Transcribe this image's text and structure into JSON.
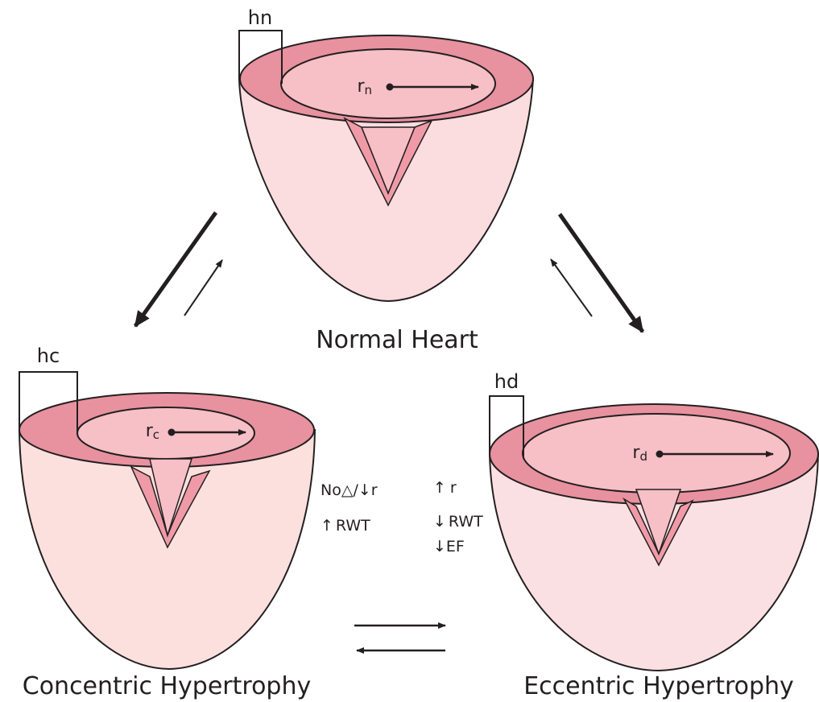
{
  "hearts": {
    "normal": {
      "caption": "Normal Heart",
      "thickness_label": "hn",
      "radius_letter": "r",
      "radius_subscript": "n"
    },
    "concentric": {
      "caption": "Concentric Hypertrophy",
      "thickness_label": "hc",
      "radius_letter": "r",
      "radius_subscript": "c"
    },
    "eccentric": {
      "caption": "Eccentric Hypertrophy",
      "thickness_label": "hd",
      "radius_letter": "r",
      "radius_subscript": "d"
    }
  },
  "concentric_changes": {
    "line1_prefix": "No",
    "line1_delta": "△",
    "line1_sep": "/",
    "line1_arrow": "↓",
    "line1_value": "r",
    "line2_arrow": "↑",
    "line2_value": "RWT"
  },
  "eccentric_changes": {
    "line1_arrow": "↑",
    "line1_value": "r",
    "line2_arrow": "↓",
    "line2_value": "RWT",
    "line3_arrow": "↓",
    "line3_value": "EF"
  },
  "colors": {
    "outer_wall": "#fbdcdf",
    "concentric_wall": "#fbe0de",
    "eccentric_wall": "#fbe0e3",
    "rim": "#e8919f",
    "cavity": "#f7bfc6",
    "septum": "#f09aa8",
    "stroke": "#231f20"
  }
}
